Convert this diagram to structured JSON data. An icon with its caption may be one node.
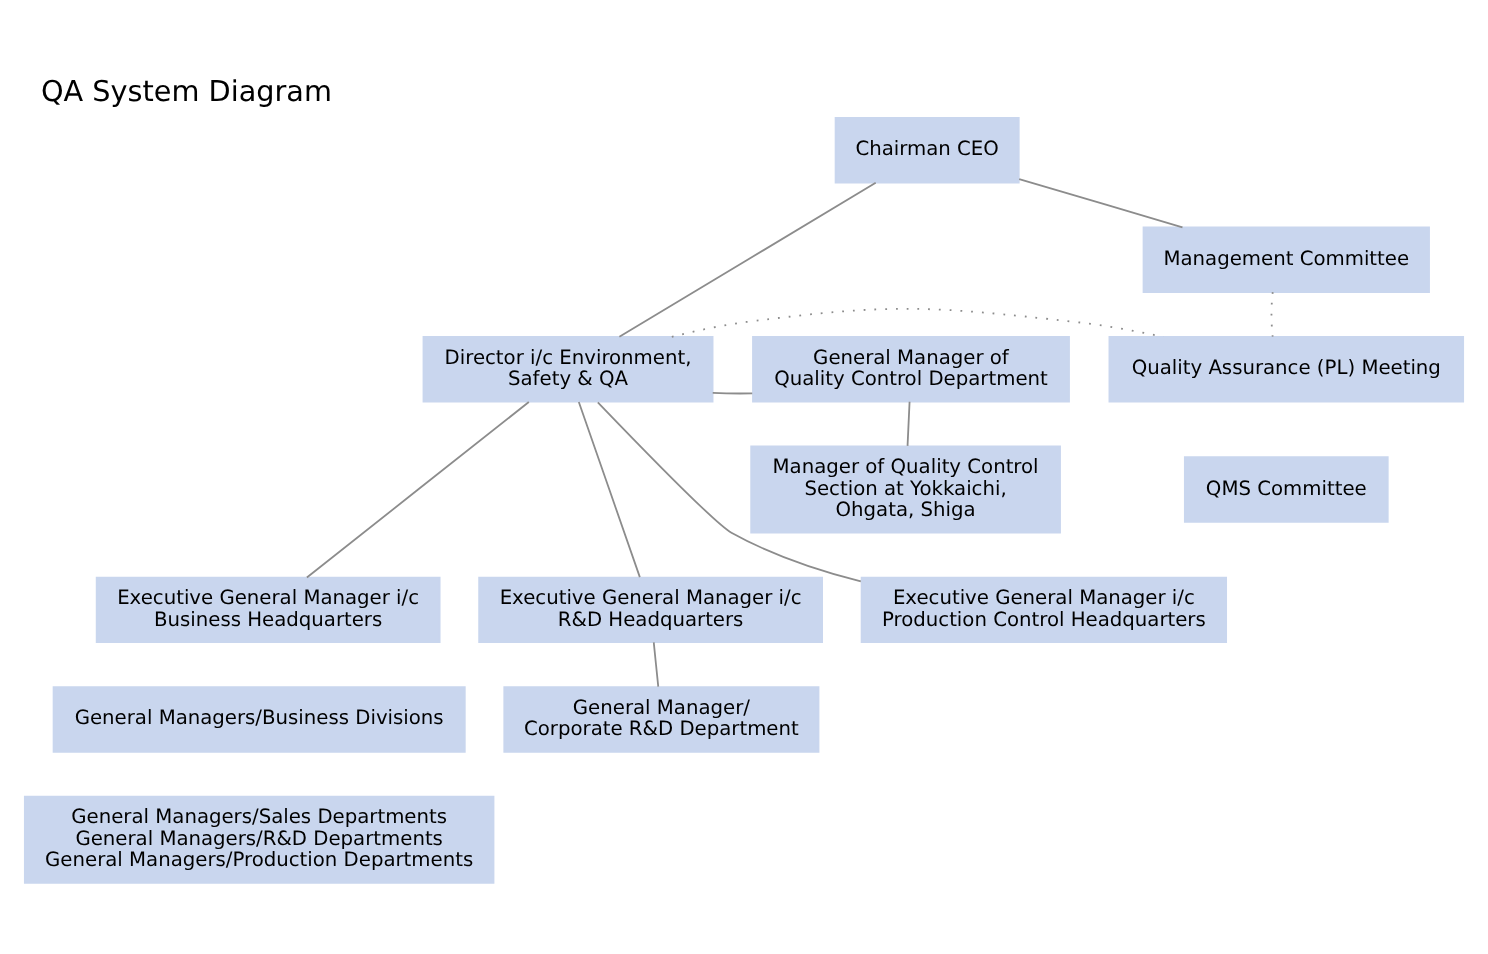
{
  "diagram": {
    "title": "QA System Diagram",
    "nodes": [
      {
        "text": [
          "Chairman CEO"
        ]
      },
      {
        "text": [
          "Management Committee"
        ]
      },
      {
        "text": [
          "General Manager of Quality Control Department"
        ]
      },
      {
        "text": [
          "Director i/c Environment, Safety & QA"
        ]
      },
      {
        "text": [
          "Quality Assurance (PL) Meeting"
        ]
      },
      {
        "text": [
          "Manager of Quality Control Section at Yokkaichi, Ohgata, Shiga"
        ]
      },
      {
        "text": [
          "QMS Committee"
        ]
      },
      {
        "text": [
          "Executive General Manager i/c Business Headquarters"
        ]
      },
      {
        "text": [
          "Executive General Manager i/c R&D Headquarters"
        ]
      },
      {
        "text": [
          "Executive General Manager i/c Production Control Headquarters"
        ]
      },
      {
        "text": [
          "General Managers/Business Divisions"
        ]
      },
      {
        "text": [
          "General Manager/ Corporate R&D Department"
        ]
      },
      {
        "text": [
          "General Managers/Sales Departments General Managers/R&D Departments General Managers/Production Departments"
        ]
      }
    ],
    "edges": [
      {
        "from": 0,
        "to": 3,
        "arrow": "none"
      },
      {
        "from": 0,
        "to": 1,
        "arrow": "none"
      },
      {
        "from": 3,
        "to": 2,
        "arrow": "none"
      },
      {
        "from": 2,
        "to": 5,
        "arrow": "none"
      },
      {
        "from": 3,
        "to": 4,
        "arrow": "none",
        "style": "dashed"
      },
      {
        "from": 1,
        "to": 4,
        "arrow": "none",
        "style": "dashed"
      },
      {
        "from": 3,
        "to": 7,
        "arrow": "none"
      },
      {
        "from": 3,
        "to": 8,
        "arrow": "none"
      },
      {
        "from": 3,
        "to": 9,
        "arrow": "none"
      },
      {
        "from": 8,
        "to": 11,
        "arrow": "none"
      }
    ]
  }
}
